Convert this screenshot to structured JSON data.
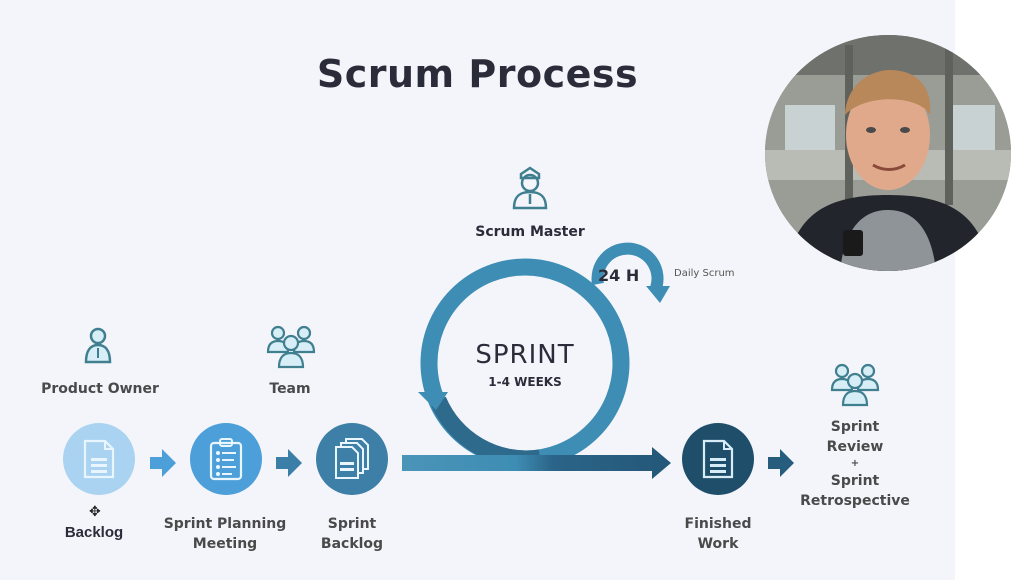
{
  "slide": {
    "title": "Scrum Process",
    "roles": {
      "product_owner": "Product Owner",
      "team": "Team",
      "scrum_master": "Scrum Master"
    },
    "steps": [
      {
        "label_lines": [
          "Backlog"
        ],
        "icon": "document-icon",
        "color": "#a9d3f0"
      },
      {
        "label_lines": [
          "Sprint Planning",
          "Meeting"
        ],
        "icon": "clipboard-icon",
        "color": "#4c9fd8"
      },
      {
        "label_lines": [
          "Sprint",
          "Backlog"
        ],
        "icon": "documents-stack-icon",
        "color": "#3d7fa6"
      },
      {
        "label_lines": [
          "Finished",
          "Work"
        ],
        "icon": "document-icon",
        "color": "#1f4e6b"
      }
    ],
    "sprint": {
      "title": "SPRINT",
      "duration": "1-4 WEEKS",
      "daily_cycle": "24 H",
      "daily_label": "Daily Scrum"
    },
    "review": {
      "lines": [
        "Sprint",
        "Review",
        "+",
        "Sprint",
        "Retrospective"
      ]
    }
  },
  "colors": {
    "ring": "#3e8db4",
    "ring_dark": "#2d6a8c",
    "arrow_light": "#4c9fd8",
    "arrow_mid": "#3b7fa8",
    "arrow_dark": "#275d7c",
    "icon_stroke": "#3f7f8f",
    "text_dark": "#2a2c3a"
  },
  "video": {
    "description": "Presenter webcam"
  }
}
